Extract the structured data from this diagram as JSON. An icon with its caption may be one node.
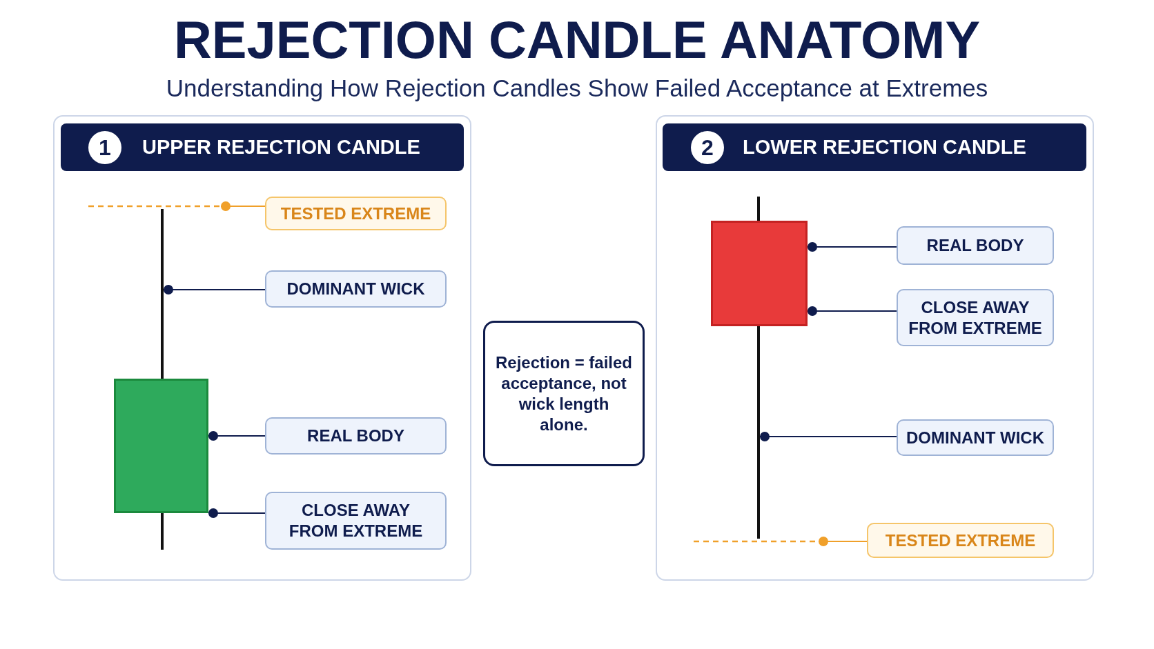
{
  "diagram": {
    "title": "REJECTION CANDLE ANATOMY",
    "nodes": [
      {
        "text": [
          "1",
          "UPPER REJECTION CANDLE"
        ]
      },
      {
        "text": [],
        "shape": "line",
        "in": 0
      },
      {
        "text": [
          "TESTED EXTREME"
        ],
        "in": 0
      },
      {
        "text": [],
        "shape": "bar",
        "in": 0
      },
      {
        "text": [
          "DOMINANT WICK"
        ],
        "in": 0
      },
      {
        "text": [],
        "shape": "box",
        "in": 0
      },
      {
        "text": [
          "REAL BODY"
        ],
        "in": 0
      },
      {
        "text": [
          "CLOSE AWAY FROM EXTREME"
        ],
        "in": 0
      },
      {
        "text": [
          "Rejection = failed acceptance, not wick length alone."
        ]
      },
      {
        "text": [
          "2",
          "LOWER REJECTION CANDLE"
        ]
      },
      {
        "text": [],
        "shape": "bar",
        "in": 9
      },
      {
        "text": [],
        "shape": "box",
        "in": 9
      },
      {
        "text": [
          "REAL BODY"
        ],
        "in": 9
      },
      {
        "text": [
          "CLOSE AWAY FROM EXTREME"
        ],
        "in": 9
      },
      {
        "text": [
          "DOMINANT WICK"
        ],
        "in": 9
      },
      {
        "text": [],
        "shape": "line",
        "in": 9
      },
      {
        "text": [
          "TESTED EXTREME"
        ],
        "in": 9
      }
    ],
    "edges": [
      {
        "from": 2,
        "to": 1,
        "arrow": "other",
        "color": "#f0a02a"
      },
      {
        "from": 4,
        "to": 3,
        "arrow": "other"
      },
      {
        "from": 6,
        "to": 5,
        "arrow": "other"
      },
      {
        "from": 7,
        "to": 5,
        "arrow": "other"
      },
      {
        "from": 12,
        "to": 11,
        "arrow": "other"
      },
      {
        "from": 13,
        "to": 11,
        "arrow": "other"
      },
      {
        "from": 14,
        "to": 10,
        "arrow": "other"
      },
      {
        "from": 16,
        "to": 15,
        "arrow": "other",
        "color": "#f0a02a"
      }
    ],
    "labels": [
      "Understanding How Rejection Candles Show Failed Acceptance at Extremes"
    ]
  }
}
